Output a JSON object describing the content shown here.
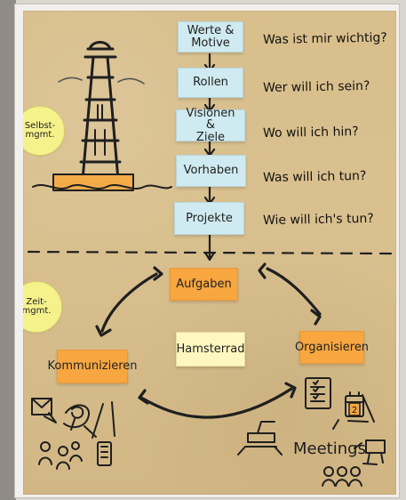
{
  "steps": [
    {
      "label": "Werte &\nMotive"
    },
    {
      "label": "Rollen"
    },
    {
      "label": "Visionen &\nZiele"
    },
    {
      "label": "Vorhaben"
    },
    {
      "label": "Projekte"
    }
  ],
  "questions": [
    "Was ist mir wichtig?",
    "Wer will ich sein?",
    "Wo will ich hin?",
    "Was will ich tun?",
    "Wie will ich's tun?"
  ],
  "side_labels": {
    "self": "Selbst-\nmgmt.",
    "time": "Zeit-\nmgmt."
  },
  "cycle": {
    "top": "Aufgaben",
    "left": "Kommunizieren",
    "right": "Organisieren",
    "center": "Hamsterrad"
  },
  "meetings": "Meetings",
  "colors": {
    "paper": "#d8bf8c",
    "blue_note": "#cfeaf0",
    "orange_note": "#f7a640",
    "cream_note": "#fff7bf",
    "yellow_circle": "#f5f28c"
  }
}
